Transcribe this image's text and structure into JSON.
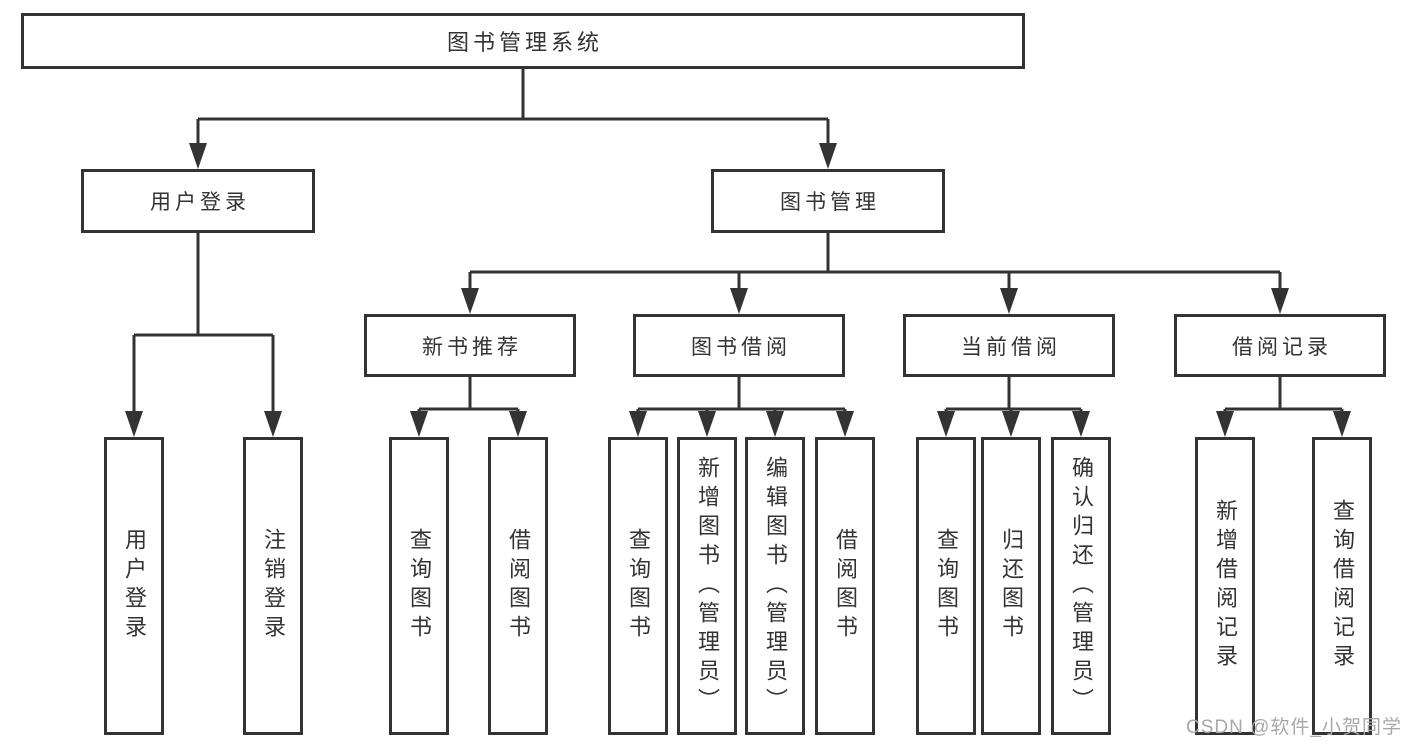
{
  "tree": {
    "root": {
      "label": "图书管理系统"
    },
    "branches": [
      {
        "label": "用户登录",
        "leaves": [
          {
            "label": "用户登录"
          },
          {
            "label": "注销登录"
          }
        ]
      },
      {
        "label": "图书管理",
        "groups": [
          {
            "label": "新书推荐",
            "leaves": [
              {
                "label": "查询图书"
              },
              {
                "label": "借阅图书"
              }
            ]
          },
          {
            "label": "图书借阅",
            "leaves": [
              {
                "label": "查询图书"
              },
              {
                "label": "新增图书（管理员）"
              },
              {
                "label": "编辑图书（管理员）"
              },
              {
                "label": "借阅图书"
              }
            ]
          },
          {
            "label": "当前借阅",
            "leaves": [
              {
                "label": "查询图书"
              },
              {
                "label": "归还图书"
              },
              {
                "label": "确认归还（管理员）"
              }
            ]
          },
          {
            "label": "借阅记录",
            "leaves": [
              {
                "label": "新增借阅记录"
              },
              {
                "label": "查询借阅记录"
              }
            ]
          }
        ]
      }
    ]
  },
  "watermark": {
    "text": "CSDN @软件_小贺同学"
  },
  "colors": {
    "line": "#333333",
    "text": "#333333",
    "box_bg": "#ffffff",
    "page_bg": "#ffffff",
    "watermark": "#a8a8a8"
  }
}
